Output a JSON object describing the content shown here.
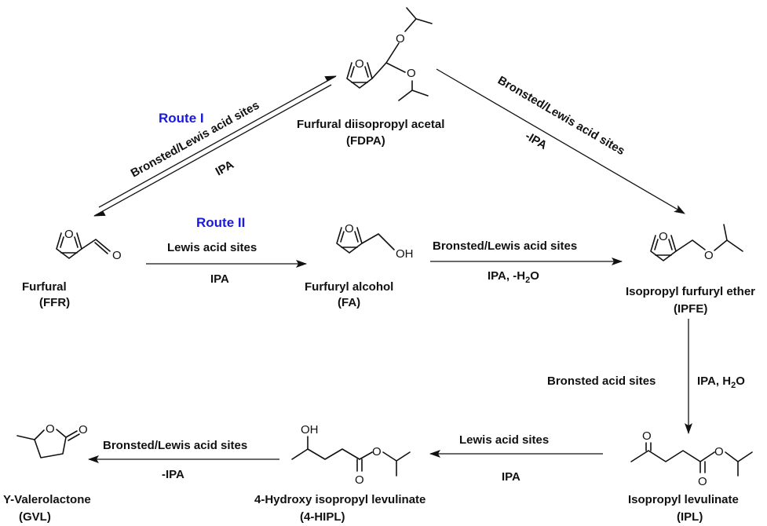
{
  "routes": {
    "route1": "Route I",
    "route2": "Route II"
  },
  "compounds": {
    "ffr": {
      "name": "Furfural",
      "abbr": "(FFR)"
    },
    "fdpa": {
      "name": "Furfural diisopropyl acetal",
      "abbr": "(FDPA)"
    },
    "fa": {
      "name": "Furfuryl alcohol",
      "abbr": "(FA)"
    },
    "ipfe": {
      "name": "Isopropyl furfuryl ether",
      "abbr": "(IPFE)"
    },
    "ipl": {
      "name": "Isopropyl levulinate",
      "abbr": "(IPL)"
    },
    "hipl": {
      "name": "4-Hydroxy isopropyl levulinate",
      "abbr": "(4-HIPL)"
    },
    "gvl": {
      "name": "Y-Valerolactone",
      "abbr": "(GVL)"
    }
  },
  "conditions": {
    "ffr_to_fdpa_catalyst": "Bronsted/Lewis acid sites",
    "ffr_to_fdpa_solvent": "IPA",
    "fdpa_to_ipfe_catalyst": "Bronsted/Lewis acid sites",
    "fdpa_to_ipfe_solvent": "-IPA",
    "ffr_to_fa_catalyst": "Lewis acid sites",
    "ffr_to_fa_solvent": "IPA",
    "fa_to_ipfe_catalyst": "Bronsted/Lewis acid sites",
    "fa_to_ipfe_solvent_prefix": "IPA, -H",
    "fa_to_ipfe_solvent_sub": "2",
    "fa_to_ipfe_solvent_suffix": "O",
    "ipfe_to_ipl_catalyst": "Bronsted acid sites",
    "ipfe_to_ipl_solvent_prefix": "IPA, H",
    "ipfe_to_ipl_solvent_sub": "2",
    "ipfe_to_ipl_solvent_suffix": "O",
    "ipl_to_hipl_catalyst": "Lewis acid sites",
    "ipl_to_hipl_solvent": "IPA",
    "hipl_to_gvl_catalyst": "Bronsted/Lewis acid sites",
    "hipl_to_gvl_solvent": "-IPA"
  },
  "atoms": {
    "oxygen": "O",
    "hydroxyl": "OH"
  }
}
